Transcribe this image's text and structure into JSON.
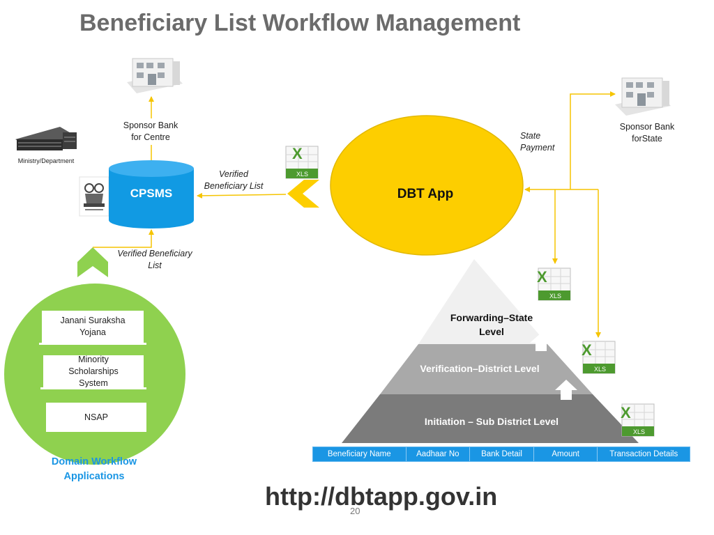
{
  "title": "Beneficiary List Workflow Management",
  "nodes": {
    "sponsor_bank_centre": "Sponsor Bank\nfor Centre",
    "sponsor_bank_state": "Sponsor Bank\nforState",
    "ministry": "Ministry/Department",
    "cpsms": "CPSMS",
    "dbt_app": "DBT App",
    "state_payment": "State\nPayment",
    "verified_list_top": "Verified\nBeneficiary List",
    "verified_list_left": "Verified Beneficiary\nList"
  },
  "xls_label": "XLS",
  "xls_letter": "X",
  "domain": {
    "apps": [
      "Janani Suraksha\nYojana",
      "Minority\nScholarships\nSystem",
      "NSAP"
    ],
    "caption": "Domain Workflow\nApplications"
  },
  "pyramid": {
    "top": "Forwarding–State\nLevel",
    "middle": "Verification–District Level",
    "bottom": "Initiation – Sub District Level"
  },
  "table_columns": [
    "Beneficiary Name",
    "Aadhaar No",
    "Bank Detail",
    "Amount",
    "Transaction Details"
  ],
  "url": "http://dbtapp.gov.in",
  "page_number": "20",
  "colors": {
    "cpsms_blue": "#119ae3",
    "dbt_yellow": "#fdce00",
    "domain_green": "#8fd14f",
    "arrow_yellow": "#f5c400",
    "table_blue": "#1a96e4",
    "excel_green": "#4d9a2f"
  }
}
